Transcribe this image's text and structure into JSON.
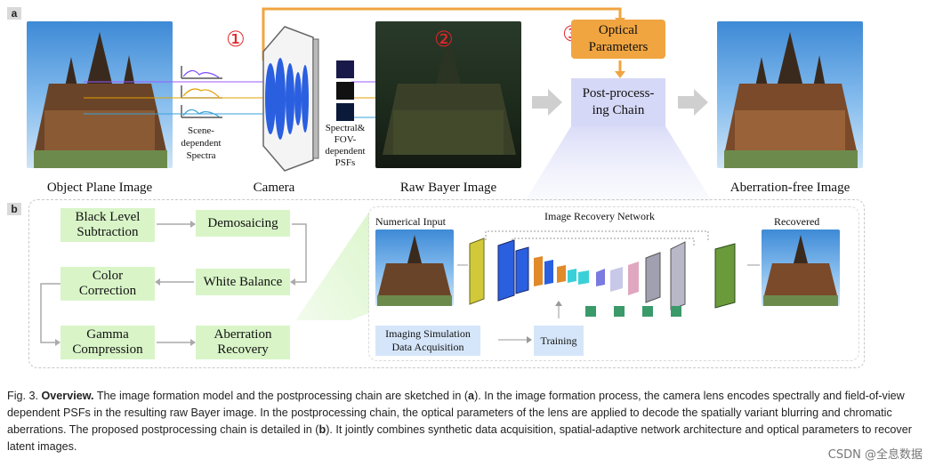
{
  "panel_a": {
    "tag": "a",
    "labels": {
      "object_plane": "Object Plane Image",
      "camera": "Camera",
      "raw_bayer": "Raw Bayer Image",
      "aberration_free": "Aberration-free Image",
      "scene_spectra": "Scene-\ndependent\nSpectra",
      "psfs": "Spectral&\nFOV-\ndependent\nPSFs",
      "optical_params": "Optical\nParameters",
      "postprocessing": "Post-process-\ning Chain"
    },
    "markers": [
      "①",
      "②",
      "③"
    ]
  },
  "panel_b": {
    "tag": "b",
    "steps": [
      "Black Level\nSubtraction",
      "Demosaicing",
      "White Balance",
      "Color\nCorrection",
      "Gamma\nCompression",
      "Aberration\nRecovery"
    ],
    "network": {
      "numerical_input": "Numerical Input",
      "title": "Image Recovery Network",
      "recovered": "Recovered",
      "imaging_sim": "Imaging Simulation\nData Acquisition",
      "training": "Training"
    }
  },
  "caption": {
    "fig": "Fig. 3.",
    "bold": "Overview.",
    "text1": " The image formation model and the postprocessing chain are sketched in (",
    "a": "a",
    "text2": "). In the image formation process, the camera lens encodes spectrally and field-of-view dependent PSFs in the resulting raw Bayer image. In the postprocessing chain, the optical parameters of the lens are applied to decode the spatially variant blurring and chromatic aberrations. The proposed postprocessing chain is detailed in (",
    "b": "b",
    "text3": "). It jointly combines synthetic data acquisition, spatial-adaptive network architecture and optical parameters to recover latent images."
  },
  "watermark": "CSDN @全息数据",
  "colors": {
    "optical_box": "#f0a540",
    "post_box": "#d6d8f7",
    "step_green": "#d9f5c8",
    "marker_red": "#e4252a",
    "lens_blue": "#2a5fe0"
  }
}
